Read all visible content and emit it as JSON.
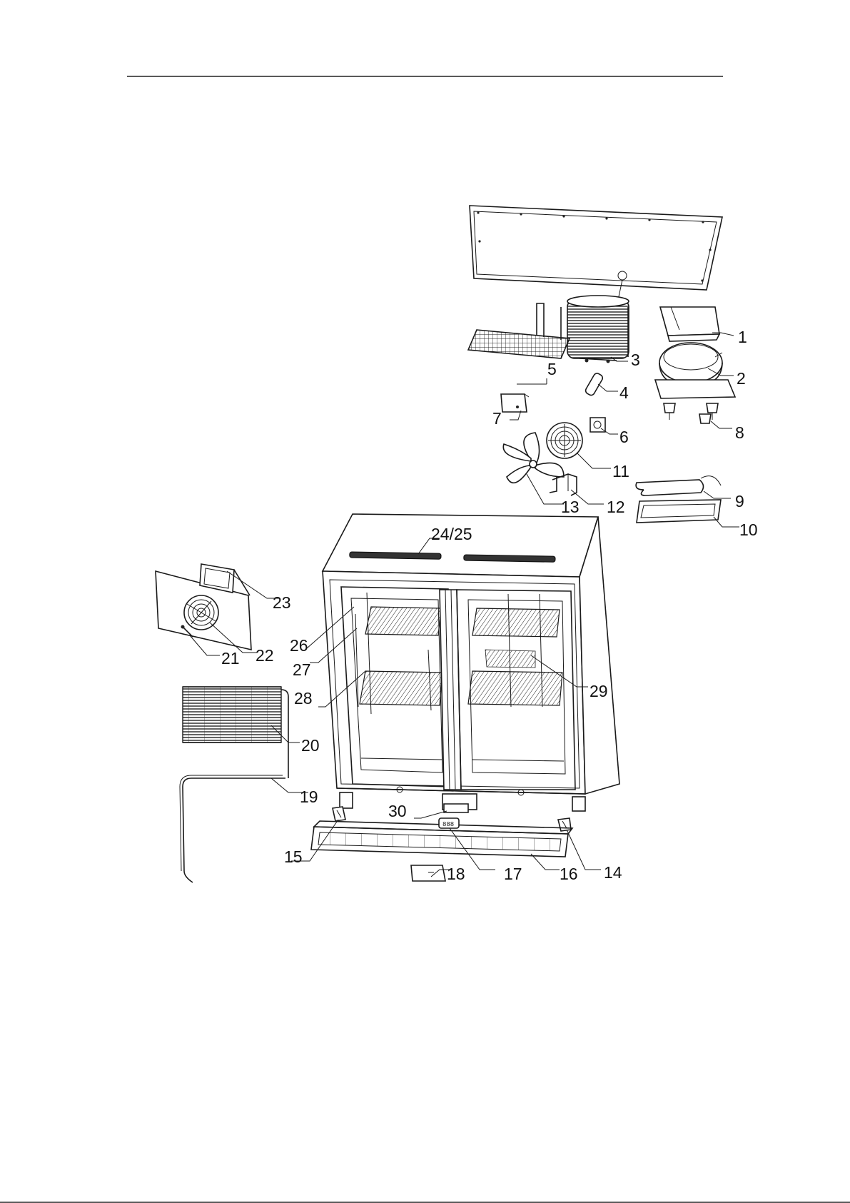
{
  "callouts": [
    {
      "id": "c1",
      "text": "1"
    },
    {
      "id": "c2",
      "text": "2"
    },
    {
      "id": "c3",
      "text": "3"
    },
    {
      "id": "c4",
      "text": "4"
    },
    {
      "id": "c5",
      "text": "5"
    },
    {
      "id": "c6",
      "text": "6"
    },
    {
      "id": "c7",
      "text": "7"
    },
    {
      "id": "c8",
      "text": "8"
    },
    {
      "id": "c9",
      "text": "9"
    },
    {
      "id": "c10",
      "text": "10"
    },
    {
      "id": "c11",
      "text": "11"
    },
    {
      "id": "c12",
      "text": "12"
    },
    {
      "id": "c13",
      "text": "13"
    },
    {
      "id": "c14",
      "text": "14"
    },
    {
      "id": "c15",
      "text": "15"
    },
    {
      "id": "c16",
      "text": "16"
    },
    {
      "id": "c17",
      "text": "17"
    },
    {
      "id": "c18",
      "text": "18"
    },
    {
      "id": "c19",
      "text": "19"
    },
    {
      "id": "c20",
      "text": "20"
    },
    {
      "id": "c21",
      "text": "21"
    },
    {
      "id": "c22",
      "text": "22"
    },
    {
      "id": "c23",
      "text": "23"
    },
    {
      "id": "c2425",
      "text": "24/25"
    },
    {
      "id": "c26",
      "text": "26"
    },
    {
      "id": "c27",
      "text": "27"
    },
    {
      "id": "c28",
      "text": "28"
    },
    {
      "id": "c29",
      "text": "29"
    },
    {
      "id": "c30",
      "text": "30"
    }
  ],
  "display_readout": "888"
}
